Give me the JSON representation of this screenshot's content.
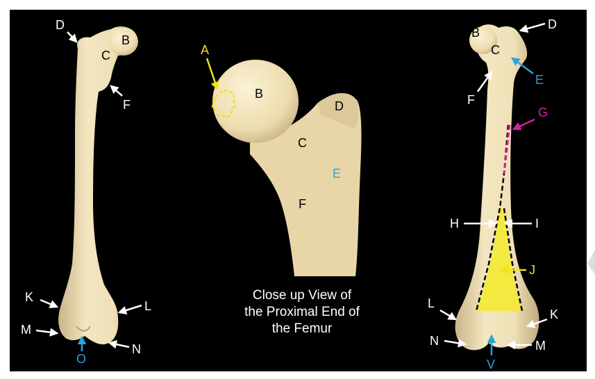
{
  "figure": {
    "caption_lines": [
      "Close up View of",
      "the Proximal End of",
      "the Femur"
    ],
    "colors": {
      "background": "#000000",
      "bone": "#efe0b6",
      "bone_shadow": "#c9b58a",
      "label_white": "#ffffff",
      "label_yellow": "#f2e21a",
      "label_blue": "#2aa3d6",
      "label_magenta": "#d61fa8",
      "highlight_yellow": "#f5ea2a"
    }
  },
  "labels": {
    "left": {
      "D": "D",
      "B": "B",
      "C": "C",
      "F": "F",
      "K": "K",
      "L": "L",
      "M": "M",
      "N": "N",
      "O": "O"
    },
    "center": {
      "A": "A",
      "B": "B",
      "C": "C",
      "D": "D",
      "E": "E",
      "F": "F"
    },
    "right": {
      "B": "B",
      "C": "C",
      "D": "D",
      "E": "E",
      "F": "F",
      "G": "G",
      "H": "H",
      "I": "I",
      "J": "J",
      "L": "L",
      "K": "K",
      "N": "N",
      "M": "M",
      "V": "V"
    }
  }
}
